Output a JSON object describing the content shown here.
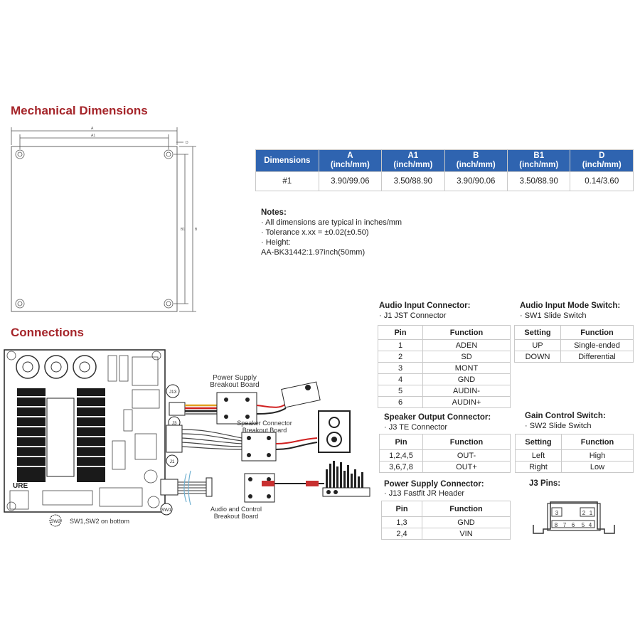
{
  "sections": {
    "mechanical": "Mechanical Dimensions",
    "connections": "Connections"
  },
  "dimensions_table": {
    "headers": [
      {
        "l1": "Dimensions",
        "l2": ""
      },
      {
        "l1": "A",
        "l2": "(inch/mm)"
      },
      {
        "l1": "A1",
        "l2": "(inch/mm)"
      },
      {
        "l1": "B",
        "l2": "(inch/mm)"
      },
      {
        "l1": "B1",
        "l2": "(inch/mm)"
      },
      {
        "l1": "D",
        "l2": "(inch/mm)"
      }
    ],
    "row": [
      "#1",
      "3.90/99.06",
      "3.50/88.90",
      "3.90/90.06",
      "3.50/88.90",
      "0.14/3.60"
    ]
  },
  "notes": {
    "title": "Notes:",
    "lines": [
      "· All dimensions are typical in inches/mm",
      "· Tolerance x.xx = ±0.02(±0.50)",
      "· Height:",
      "AA-BK31442:1.97inch(50mm)"
    ]
  },
  "drawing_labels": {
    "a": "A",
    "a1": "A1",
    "b": "B",
    "b1": "B1",
    "d": "D"
  },
  "audio_input": {
    "title": "Audio Input Connector:",
    "subtitle": "· J1 JST Connector",
    "headers": [
      "Pin",
      "Function"
    ],
    "rows": [
      [
        "1",
        "ADEN"
      ],
      [
        "2",
        "SD"
      ],
      [
        "3",
        "MONT"
      ],
      [
        "4",
        "GND"
      ],
      [
        "5",
        "AUDIN-"
      ],
      [
        "6",
        "AUDIN+"
      ]
    ]
  },
  "audio_mode": {
    "title": "Audio Input Mode Switch:",
    "subtitle": "· SW1 Slide Switch",
    "headers": [
      "Setting",
      "Function"
    ],
    "rows": [
      [
        "UP",
        "Single-ended"
      ],
      [
        "DOWN",
        "Differential"
      ]
    ]
  },
  "speaker_output": {
    "title": "Speaker Output Connector:",
    "subtitle": "· J3 TE Connector",
    "headers": [
      "Pin",
      "Function"
    ],
    "rows": [
      [
        "1,2,4,5",
        "OUT-"
      ],
      [
        "3,6,7,8",
        "OUT+"
      ]
    ]
  },
  "gain_control": {
    "title": "Gain Control Switch:",
    "subtitle": "· SW2 Slide Switch",
    "headers": [
      "Setting",
      "Function"
    ],
    "rows": [
      [
        "Left",
        "High"
      ],
      [
        "Right",
        "Low"
      ]
    ]
  },
  "power_supply": {
    "title": "Power Supply Connector:",
    "subtitle": "· J13 Fastfit JR Header",
    "headers": [
      "Pin",
      "Function"
    ],
    "rows": [
      [
        "1,3",
        "GND"
      ],
      [
        "2,4",
        "VIN"
      ]
    ]
  },
  "j3_pins": {
    "title": "J3 Pins:",
    "top": [
      "3",
      "2",
      "1"
    ],
    "bottom": [
      "8",
      "7",
      "6",
      "5",
      "4"
    ]
  },
  "diagram": {
    "power_board": "Power Supply\nBreakout Board",
    "speaker_board": "Speaker Connector\nBreakout Board",
    "audio_board": "Audio and Control\nBreakout Board",
    "j13": "J13",
    "j3": "J3",
    "j1": "J1",
    "sw1": "SW1",
    "sw2": "SW2",
    "switch_note": "SW1,SW2 on bottom",
    "brand": "URE"
  }
}
